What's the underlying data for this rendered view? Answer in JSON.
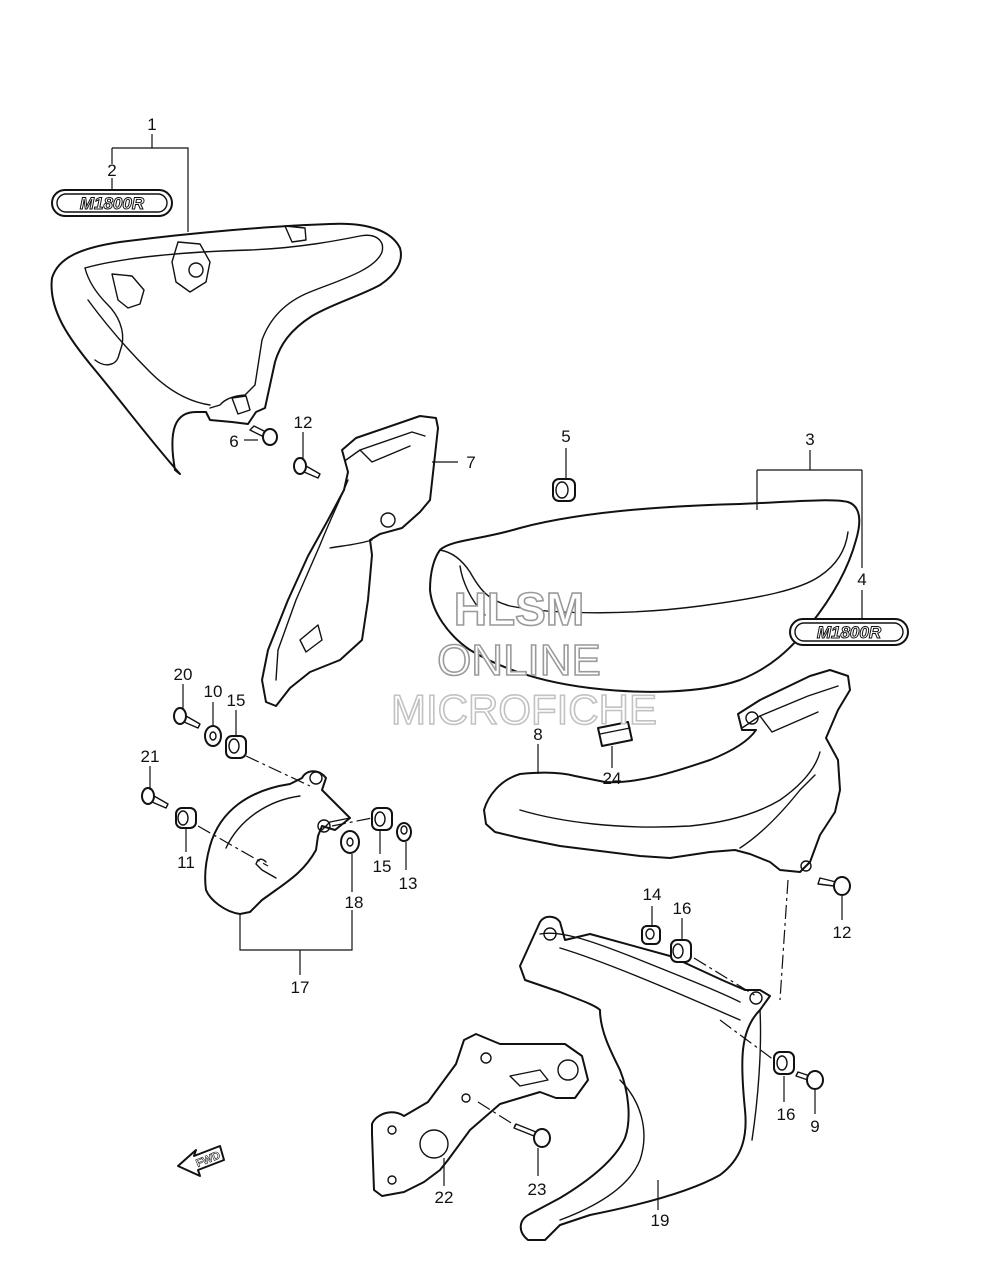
{
  "callouts": {
    "c1": "1",
    "c2": "2",
    "c3": "3",
    "c4": "4",
    "c5": "5",
    "c6": "6",
    "c7": "7",
    "c8": "8",
    "c9": "9",
    "c10": "10",
    "c11": "11",
    "c12a": "12",
    "c12b": "12",
    "c13": "13",
    "c14": "14",
    "c15a": "15",
    "c15b": "15",
    "c16a": "16",
    "c16b": "16",
    "c17": "17",
    "c18": "18",
    "c19": "19",
    "c20": "20",
    "c21": "21",
    "c22": "22",
    "c23": "23",
    "c24": "24"
  },
  "emblem_text": "M1800R",
  "direction_label": "FWD",
  "watermark": {
    "line1": "HLSM",
    "line2": "ONLINE",
    "line3": "MICROFICHE"
  }
}
